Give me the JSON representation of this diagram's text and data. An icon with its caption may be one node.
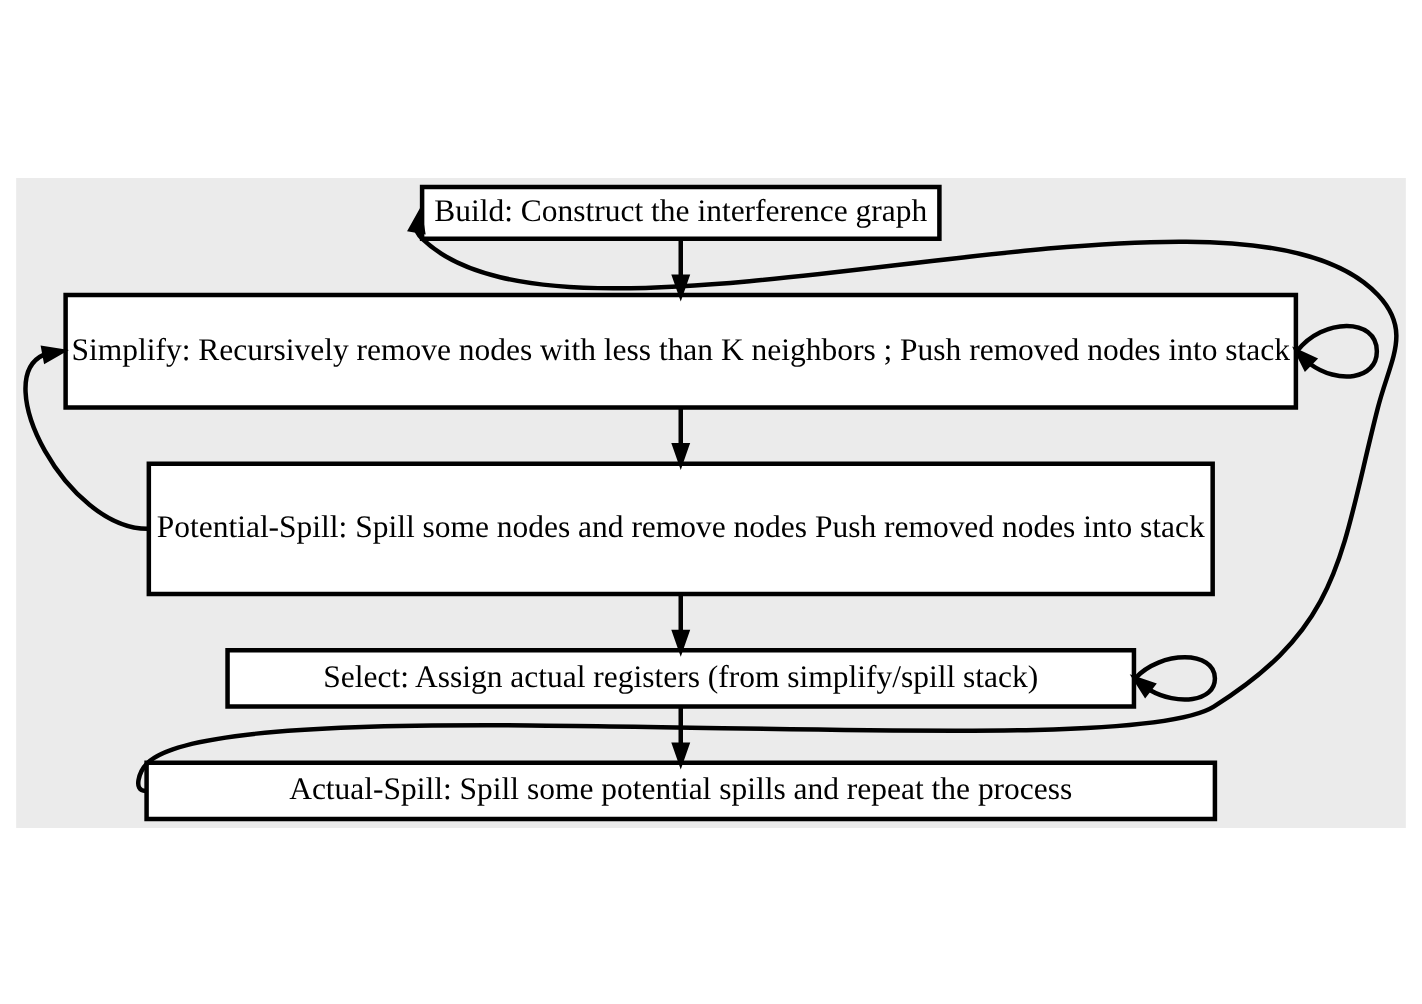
{
  "diagram": {
    "nodes": [
      {
        "text": [
          "Build: Construct the interference graph"
        ]
      },
      {
        "text": [
          "Simplify: Recursively remove nodes with less than K neighbors ; Push removed nodes into stack"
        ]
      },
      {
        "text": [
          "Potential-Spill: Spill some nodes and remove nodes Push removed nodes into stack"
        ]
      },
      {
        "text": [
          "Select: Assign actual registers (from simplify/spill stack)"
        ]
      },
      {
        "text": [
          "Actual-Spill: Spill some potential spills and repeat the process"
        ]
      }
    ],
    "edges": [
      {
        "from": 0,
        "to": 1,
        "arrow": "to"
      },
      {
        "from": 1,
        "to": 1,
        "arrow": "to"
      },
      {
        "from": 1,
        "to": 2,
        "arrow": "to"
      },
      {
        "from": 2,
        "to": 1,
        "arrow": "to"
      },
      {
        "from": 2,
        "to": 3,
        "arrow": "to"
      },
      {
        "from": 3,
        "to": 3,
        "arrow": "to"
      },
      {
        "from": 3,
        "to": 4,
        "arrow": "to"
      },
      {
        "from": 4,
        "to": 0,
        "arrow": "to"
      }
    ]
  }
}
